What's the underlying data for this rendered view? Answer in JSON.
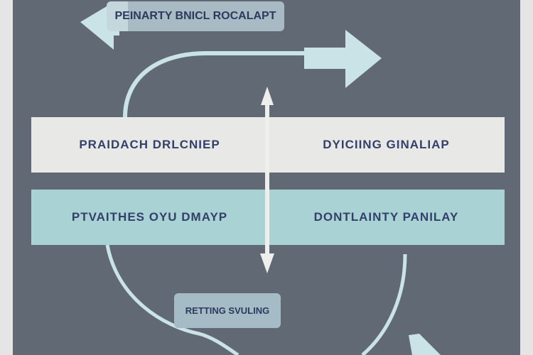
{
  "top_label": "PEINARTY BNICL ROCALAPT",
  "rows": [
    {
      "left": "PRAIDACH DRLCNIEP",
      "right": "DYICIING GINALIAP"
    },
    {
      "left": "PTVAITHES OYU DMAYP",
      "right": "DONTLAINTY PANILAY"
    }
  ],
  "bottom_label": "RETTING SVULING",
  "colors": {
    "background": "#616a74",
    "row1": "#e8e9e6",
    "row2": "#a9d2d4",
    "arrow": "#c9e3e6",
    "text": "#33406a"
  }
}
